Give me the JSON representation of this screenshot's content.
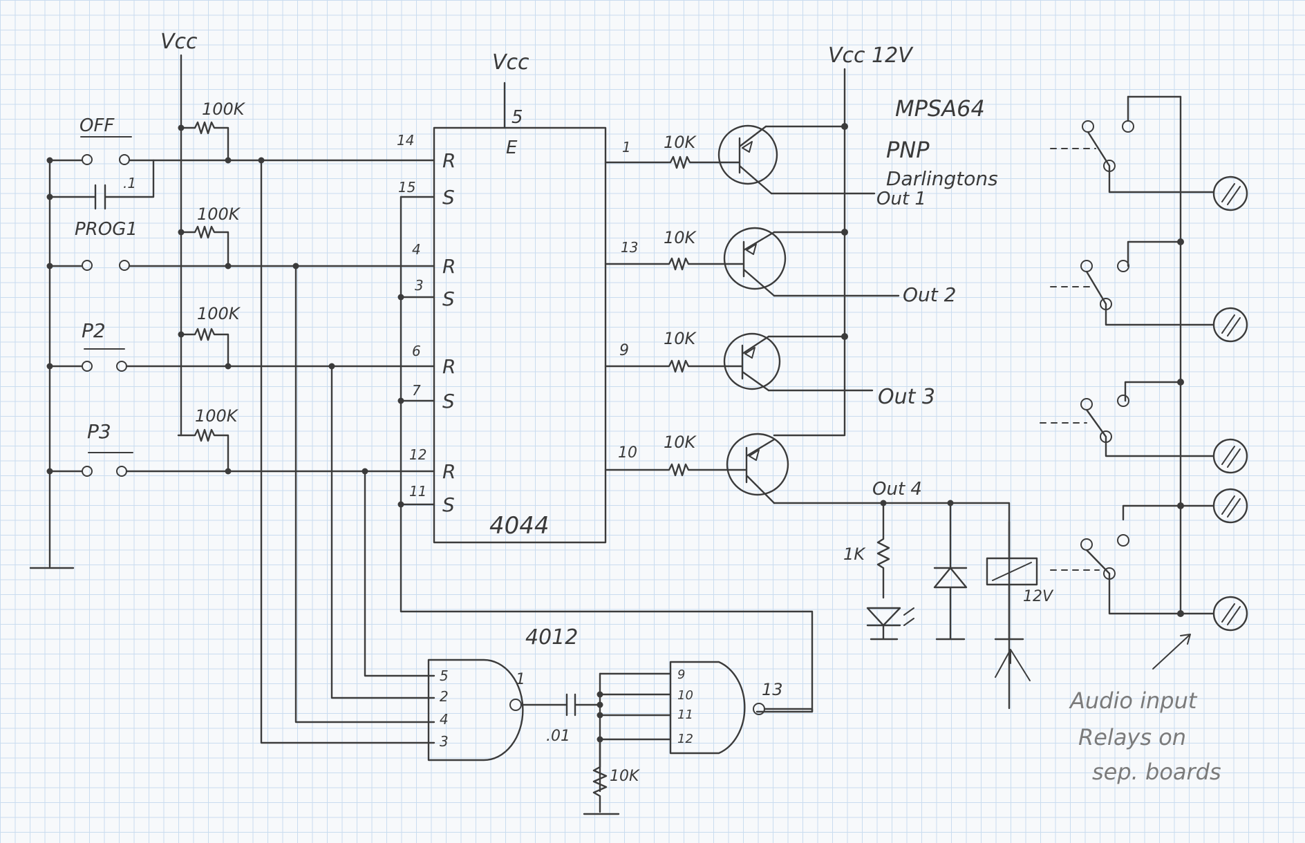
{
  "supply": {
    "vcc_left": "Vcc",
    "vcc_mid": "Vcc",
    "vcc_right": "Vcc 12V"
  },
  "switches": {
    "off": "OFF",
    "prog1": "PROG1",
    "p2": "P2",
    "p3": "P3"
  },
  "pullups": [
    "100K",
    "100K",
    "100K",
    "100K"
  ],
  "off_cap": ".1",
  "latch": {
    "part": "4044",
    "enable_pin": "5",
    "enable_label": "E",
    "pins": [
      {
        "r_pin": "14",
        "s_pin": "15",
        "out_pin": "1"
      },
      {
        "r_pin": "4",
        "s_pin": "3",
        "out_pin": "13"
      },
      {
        "r_pin": "6",
        "s_pin": "7",
        "out_pin": "9"
      },
      {
        "r_pin": "12",
        "s_pin": "11",
        "out_pin": "10"
      }
    ],
    "r_label": "R",
    "s_label": "S"
  },
  "base_resistors": [
    "10K",
    "10K",
    "10K",
    "10K"
  ],
  "transistor_note": {
    "part": "MPSA64",
    "type": "PNP",
    "kind": "Darlingtons"
  },
  "outputs": [
    "Out 1",
    "Out 2",
    "Out 3",
    "Out 4"
  ],
  "led_resistor": "1K",
  "relay_voltage": "12V",
  "gate": {
    "part": "4012",
    "g1_inputs": [
      "5",
      "2",
      "4",
      "3"
    ],
    "g1_output": "1",
    "g2_inputs": [
      "9",
      "10",
      "11",
      "12"
    ],
    "g2_output": "13",
    "coupling_cap": ".01",
    "pulldown": "10K"
  },
  "note": {
    "line1": "Audio input",
    "line2": "Relays on",
    "line3": "sep. boards"
  }
}
